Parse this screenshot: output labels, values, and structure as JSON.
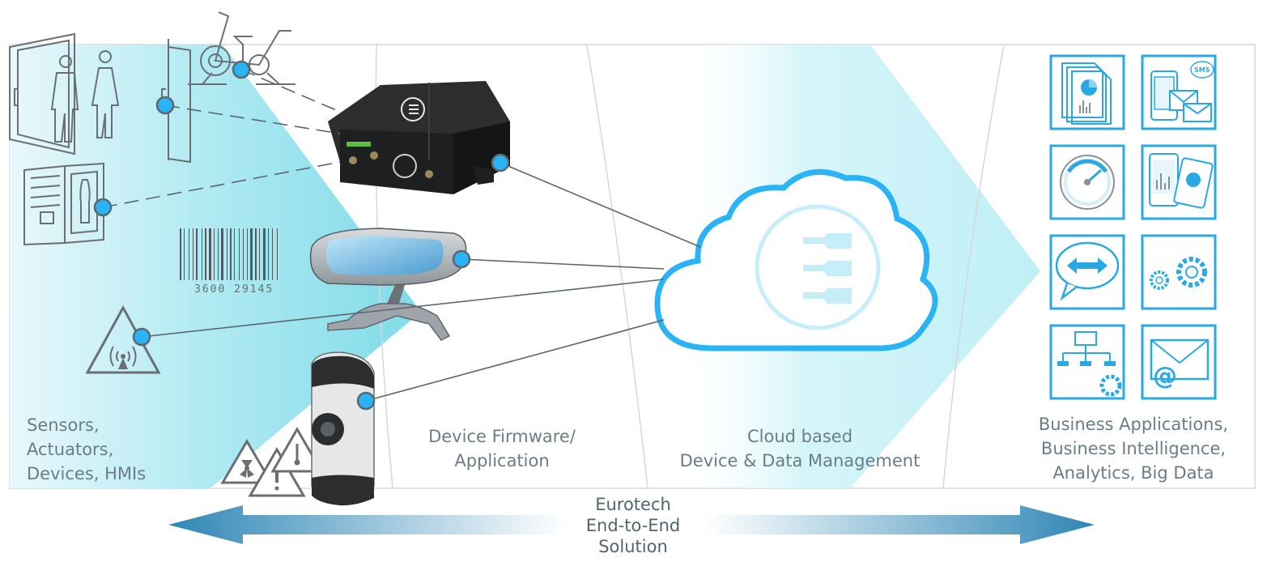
{
  "columns": {
    "sensors": [
      "Sensors,",
      "Actuators,",
      "Devices, HMIs"
    ],
    "firmware": [
      "Device Firmware/",
      "Application"
    ],
    "cloud": [
      "Cloud based",
      "Device & Data Management"
    ],
    "business": [
      "Business Applications,",
      "Business Intelligence,",
      "Analytics, Big Data"
    ]
  },
  "arrow_label": [
    "Eurotech",
    "End-to-End",
    "Solution"
  ],
  "barcode_number": "3600  29145",
  "sms_badge": "SMS",
  "email_symbol": "@",
  "app_icons": [
    "report-icon",
    "sms-phone-icon",
    "gauge-icon",
    "mobile-analytics-icon",
    "exchange-icon",
    "gears-icon",
    "network-config-icon",
    "email-icon"
  ],
  "colors": {
    "accent": "#2aa8e6",
    "node": "#2ab4f5",
    "label": "#6b7c87",
    "arrow_start": "#2f86b5",
    "cloud_glow": "#bfeff6"
  }
}
